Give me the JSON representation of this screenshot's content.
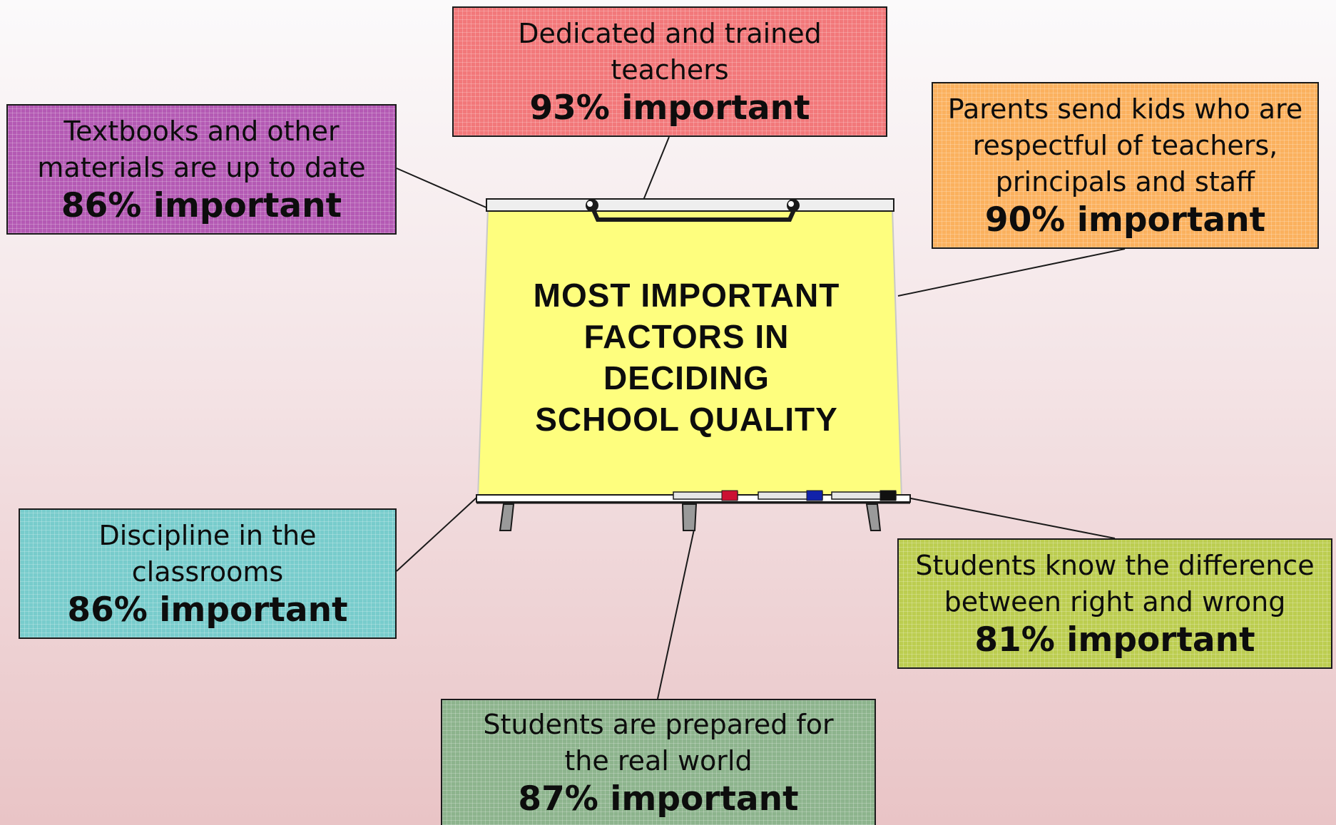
{
  "title": {
    "lines": [
      "MOST IMPORTANT",
      "FACTORS IN",
      "DECIDING",
      "SCHOOL QUALITY"
    ]
  },
  "factors": [
    {
      "id": "teachers",
      "lines": [
        "Dedicated and trained",
        "teachers"
      ],
      "pct": "93% important",
      "color": "#f2787a"
    },
    {
      "id": "textbooks",
      "lines": [
        "Textbooks and other",
        "materials are up to date"
      ],
      "pct": "86% important",
      "color": "#b45ab4"
    },
    {
      "id": "parents",
      "lines": [
        "Parents send kids who are",
        "respectful of teachers,",
        "principals and staff"
      ],
      "pct": "90% important",
      "color": "#fbb15e"
    },
    {
      "id": "discipline",
      "lines": [
        "Discipline in the",
        "classrooms"
      ],
      "pct": "86% important",
      "color": "#78cccc"
    },
    {
      "id": "right-wrong",
      "lines": [
        "Students know the difference",
        "between right and wrong"
      ],
      "pct": "81% important",
      "color": "#bccd50"
    },
    {
      "id": "real-world",
      "lines": [
        "Students are prepared for",
        "the real world"
      ],
      "pct": "87% important",
      "color": "#8db48d"
    }
  ],
  "colors": {
    "board": "#fefe7e",
    "frame": "#1a1a1a",
    "marker_red": "#cc1133",
    "marker_blue": "#1122aa",
    "marker_black": "#111111"
  }
}
